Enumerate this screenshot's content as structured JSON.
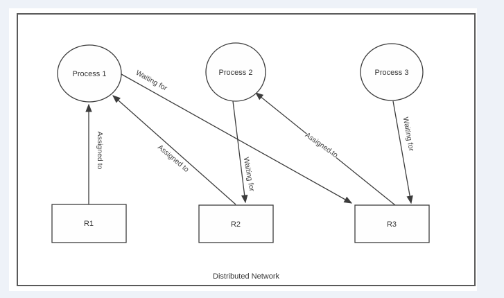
{
  "diagram": {
    "caption": "Distributed Network",
    "colors": {
      "page_background": "#eef2f8",
      "canvas_background": "#ffffff",
      "stroke": "#3c3c3c",
      "border": "#595959",
      "text": "#333333"
    },
    "nodes": {
      "p1": {
        "label": "Process 1",
        "type": "process-circle"
      },
      "p2": {
        "label": "Process 2",
        "type": "process-circle"
      },
      "p3": {
        "label": "Process 3",
        "type": "process-circle"
      },
      "r1": {
        "label": "R1",
        "type": "resource-rectangle"
      },
      "r2": {
        "label": "R2",
        "type": "resource-rectangle"
      },
      "r3": {
        "label": "R3",
        "type": "resource-rectangle"
      }
    },
    "edges": {
      "assigned_r1_p1": {
        "label": "Assigned to",
        "from": "R1",
        "to": "Process 1"
      },
      "assigned_r2_p1": {
        "label": "Assigned to",
        "from": "R2",
        "to": "Process 1"
      },
      "waiting_p1_r3": {
        "label": "Waiting for",
        "from": "Process 1",
        "to": "R3"
      },
      "waiting_p2_r2": {
        "label": "Waiting for",
        "from": "Process 2",
        "to": "R2"
      },
      "assigned_r3_p2": {
        "label": "Assigned to",
        "from": "R3",
        "to": "Process 2"
      },
      "waiting_p3_r3": {
        "label": "Waiting for",
        "from": "Process 3",
        "to": "R3"
      }
    }
  }
}
